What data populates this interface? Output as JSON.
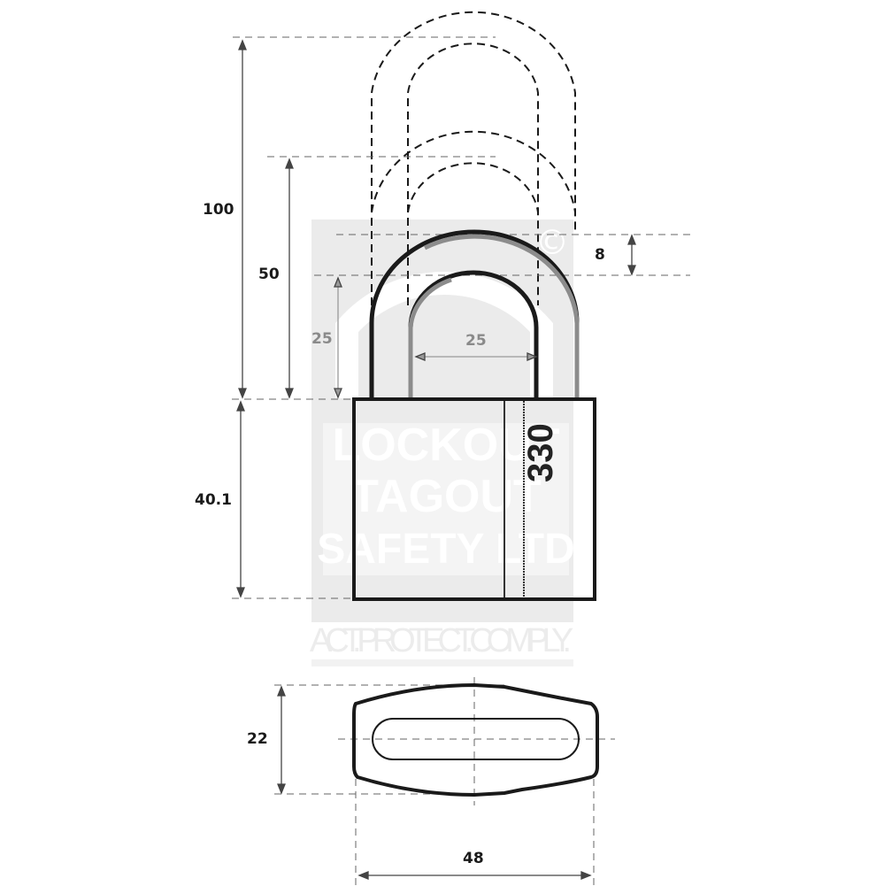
{
  "diagram": {
    "subject": "Padlock technical drawing",
    "model_label": "330",
    "dimensions": {
      "total_height_long_shackle": "100",
      "shackle_clearance_medium": "50",
      "shackle_clearance_standard": "25",
      "shackle_inner_width": "25",
      "shackle_diameter": "8",
      "body_height": "40.1",
      "body_depth": "22",
      "body_width": "48"
    },
    "watermark": {
      "line1": "LOCKOUT",
      "line2": "TAGOUT",
      "line3": "SAFETY LTD",
      "tagline": "ACT. PROTECT. COMPLY.",
      "copyright": "©"
    },
    "colors": {
      "line": "#1a1a1a",
      "dim_line": "#555555",
      "gray_dim": "#8a8a8a",
      "watermark_bg": "#e9e9e9"
    }
  }
}
